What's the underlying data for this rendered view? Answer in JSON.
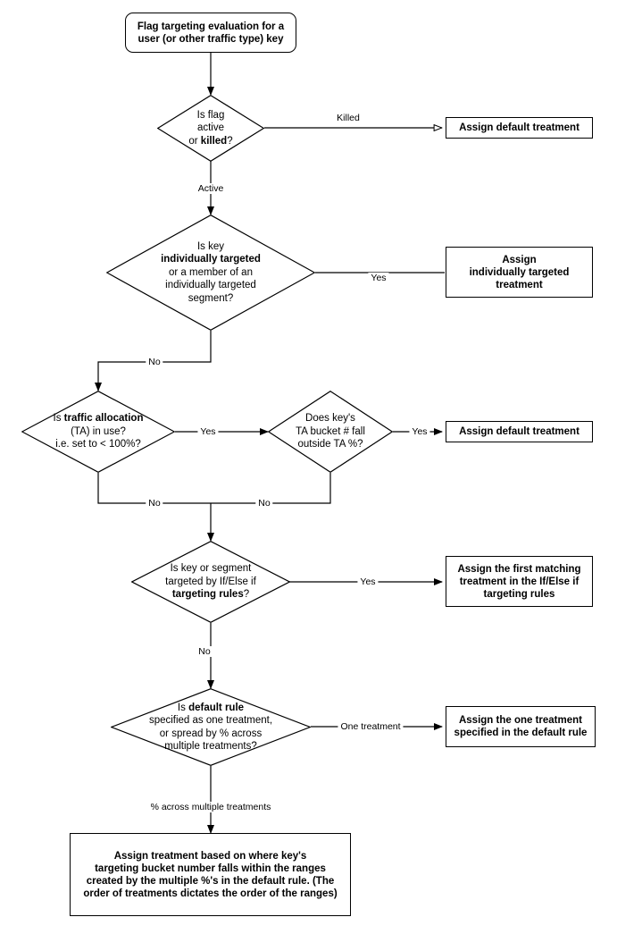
{
  "diagram": {
    "title": "Flag targeting evaluation flowchart",
    "colors": {
      "stroke": "#000000",
      "fill": "#ffffff",
      "text": "#000000"
    },
    "nodes": {
      "start": {
        "shape": "rounded-rectangle",
        "line1": "Flag targeting evaluation for a",
        "line2": "user (or other traffic type) key"
      },
      "d_flag_active": {
        "shape": "diamond",
        "line1": "Is flag",
        "line2": "active",
        "line3_pre": "or ",
        "line3_bold": "killed",
        "line3_post": "?"
      },
      "a_default_1": {
        "shape": "rectangle",
        "text": "Assign default treatment"
      },
      "d_individually_targeted": {
        "shape": "diamond",
        "line1": "Is key",
        "line2_bold": "individually targeted",
        "line3": "or a member of an",
        "line4": "individually targeted",
        "line5": "segment?"
      },
      "a_individually_targeted": {
        "shape": "rectangle",
        "line1": "Assign",
        "line2": "individually targeted",
        "line3": "treatment"
      },
      "d_traffic_allocation": {
        "shape": "diamond",
        "line1_pre": "Is ",
        "line1_bold": "traffic allocation",
        "line2": "(TA) in use?",
        "line3": "i.e. set to < 100%?"
      },
      "d_ta_bucket": {
        "shape": "diamond",
        "line1": "Does key's",
        "line2": "TA bucket # fall",
        "line3": "outside TA %?"
      },
      "a_default_2": {
        "shape": "rectangle",
        "text": "Assign default treatment"
      },
      "d_ifelse_rules": {
        "shape": "diamond",
        "line1": "Is key or segment",
        "line2": "targeted by If/Else if",
        "line3_bold": "targeting rules",
        "line3_post": "?"
      },
      "a_first_matching": {
        "shape": "rectangle",
        "line1": "Assign the first matching",
        "line2": "treatment in the If/Else if",
        "line3": "targeting rules"
      },
      "d_default_rule": {
        "shape": "diamond",
        "line1_pre": "Is ",
        "line1_bold": "default rule",
        "line2": "specified as one treatment,",
        "line3": "or spread by % across",
        "line4": "multiple treatments?"
      },
      "a_one_treatment": {
        "shape": "rectangle",
        "line1": "Assign the one treatment",
        "line2": "specified in the default rule"
      },
      "a_spread_percent": {
        "shape": "rectangle",
        "line1": "Assign treatment based on where key's",
        "line2": "targeting bucket number falls within the ranges",
        "line3": "created by the multiple %'s in the default rule. (The",
        "line4": "order of treatments dictates the order of the ranges)"
      }
    },
    "edge_labels": {
      "killed": "Killed",
      "active": "Active",
      "yes_individually": "Yes",
      "no_individually": "No",
      "yes_ta": "Yes",
      "no_ta": "No",
      "yes_ta_bucket": "Yes",
      "no_ta_bucket": "No",
      "yes_ifelse": "Yes",
      "no_ifelse": "No",
      "one_treatment": "One treatment",
      "percent_across": "% across multiple treatments"
    }
  }
}
